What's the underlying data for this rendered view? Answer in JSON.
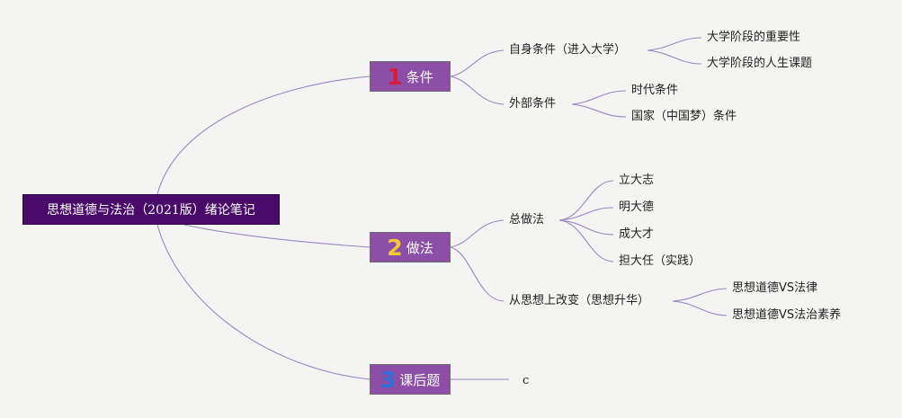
{
  "root": {
    "label": "思想道德与法治（2021版）绪论笔记"
  },
  "branches": [
    {
      "number": "1",
      "number_color": "#d81b3c",
      "label": "条件",
      "children": [
        {
          "label": "自身条件（进入大学）",
          "children": [
            "大学阶段的重要性",
            "大学阶段的人生课题"
          ]
        },
        {
          "label": "外部条件",
          "children": [
            "时代条件",
            "国家（中国梦）条件"
          ]
        }
      ]
    },
    {
      "number": "2",
      "number_color": "#f2c935",
      "label": "做法",
      "children": [
        {
          "label": "总做法",
          "children": [
            "立大志",
            "明大德",
            "成大才",
            "担大任（实践）"
          ]
        },
        {
          "label": "从思想上改变（思想升华）",
          "children": [
            "思想道德VS法律",
            "思想道德VS法治素养"
          ]
        }
      ]
    },
    {
      "number": "3",
      "number_color": "#2e6fd8",
      "label": "课后题",
      "children": [
        {
          "label": "c",
          "children": []
        }
      ]
    }
  ],
  "colors": {
    "background": "#f4f4f2",
    "root_fill": "#4a0a6a",
    "branch_fill": "#8c4fa8",
    "connector": "#9b86c0"
  }
}
